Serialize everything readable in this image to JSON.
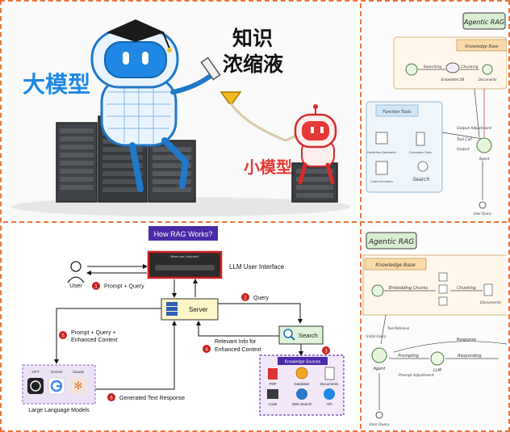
{
  "top_left": {
    "label_big_model": "大模型",
    "label_knowledge": "知识",
    "label_concentrate": "浓缩液",
    "label_small_model": "小模型"
  },
  "top_right": {
    "title": "Agentic RAG",
    "knowledge_base": "Knowledge Base",
    "searching": "Searching",
    "embedded": "Embedded DB",
    "chunking": "Chunking",
    "documents": "Documents",
    "function_tools": "Function Tools",
    "prediction": "Prediction Generator",
    "calculator": "Calculator Tools",
    "code_execution": "Code Execution",
    "search": "Search",
    "output_adjustment": "Output Adjustment",
    "tool_call": "Tool Call",
    "output": "Output",
    "agent": "Agent",
    "user_query": "User Query"
  },
  "rag": {
    "title": "How RAG Works?",
    "ui_header": "Where can I help with?",
    "llm_ui_label": "LLM User Interface",
    "user_label": "User",
    "server_label": "Server",
    "search_label": "Search",
    "knowledge_sources_title": "Knowledge Sources",
    "sources": [
      "PDF",
      "Database",
      "Documents",
      "Code",
      "Web Search",
      "API"
    ],
    "llm_names": [
      "GPT",
      "Gemini",
      "Claude"
    ],
    "llm_caption": "Large Language Models",
    "steps": [
      {
        "num": "1",
        "text": "Prompt + Query"
      },
      {
        "num": "2",
        "text": "Query"
      },
      {
        "num": "3",
        "text": ""
      },
      {
        "num": "4",
        "line1": "Relevant Info for",
        "line2": "Enhanced Context"
      },
      {
        "num": "5",
        "line1": "Prompt + Query +",
        "line2": "Enhanced Context"
      },
      {
        "num": "6",
        "text": "Generated Text Response"
      }
    ],
    "colors": {
      "title_bg": "#4a2aa8",
      "server_bg": "#fff6c7",
      "search_bg": "#dff3d8",
      "llm_bg": "#ece2f6",
      "step_red": "#c8211f"
    }
  },
  "bottom_right": {
    "title": "Agentic RAG",
    "knowledge_base": "Knowledge Base",
    "embedding": "Embedding Chunks",
    "chunking": "Chunking",
    "documents": "Documents",
    "response": "Response",
    "prompting": "Prompting",
    "responding": "Responding",
    "llm": "LLM",
    "agent": "Agent",
    "prompt_adjustment": "Prompt Adjustment",
    "user_query": "User Query",
    "initial_query": "Initial Query",
    "tool_retrieval": "Tool Retrieval"
  }
}
